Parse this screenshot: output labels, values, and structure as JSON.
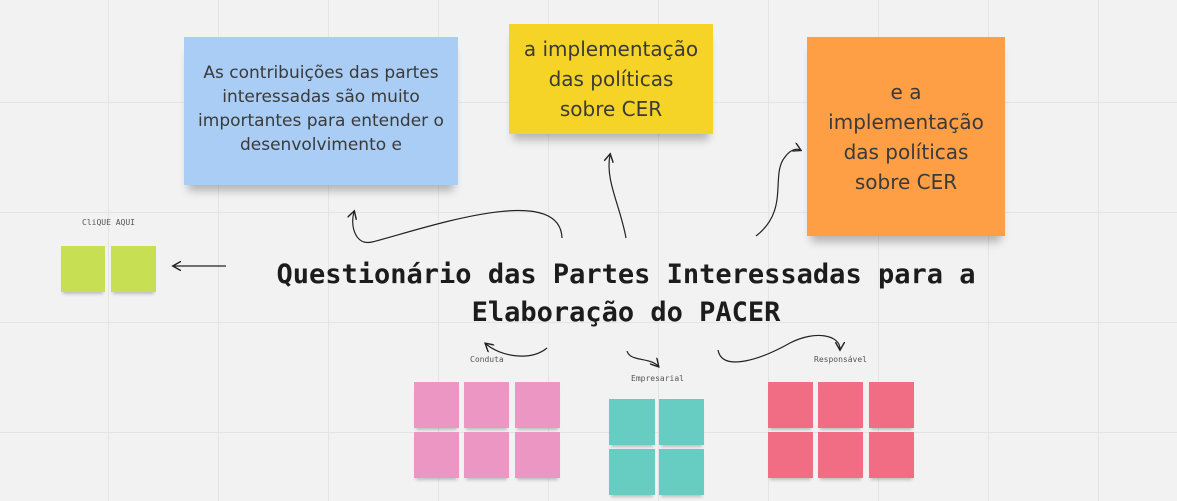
{
  "notes": {
    "blue": "As contribuições das partes\ninteressadas são muito\nimportantes para entender o\ndesenvolvimento e",
    "yellow": "a implementação\ndas políticas\nsobre CER",
    "orange": "e a implementação das políticas sobre CER"
  },
  "title": "Questionário das Partes Interessadas para a\nElaboração do PACER",
  "labels": {
    "clique": "CliQUE AQUI",
    "conduta": "Conduta",
    "empresarial": "Empresarial",
    "responsavel": "Responsável"
  },
  "colors": {
    "blue_note": "#a9cdf4",
    "yellow_note": "#f6d327",
    "orange_note": "#fe9e45",
    "lime": "#c7e053",
    "pink": "#ec96c4",
    "teal": "#67cdc3",
    "red": "#f06d83"
  }
}
